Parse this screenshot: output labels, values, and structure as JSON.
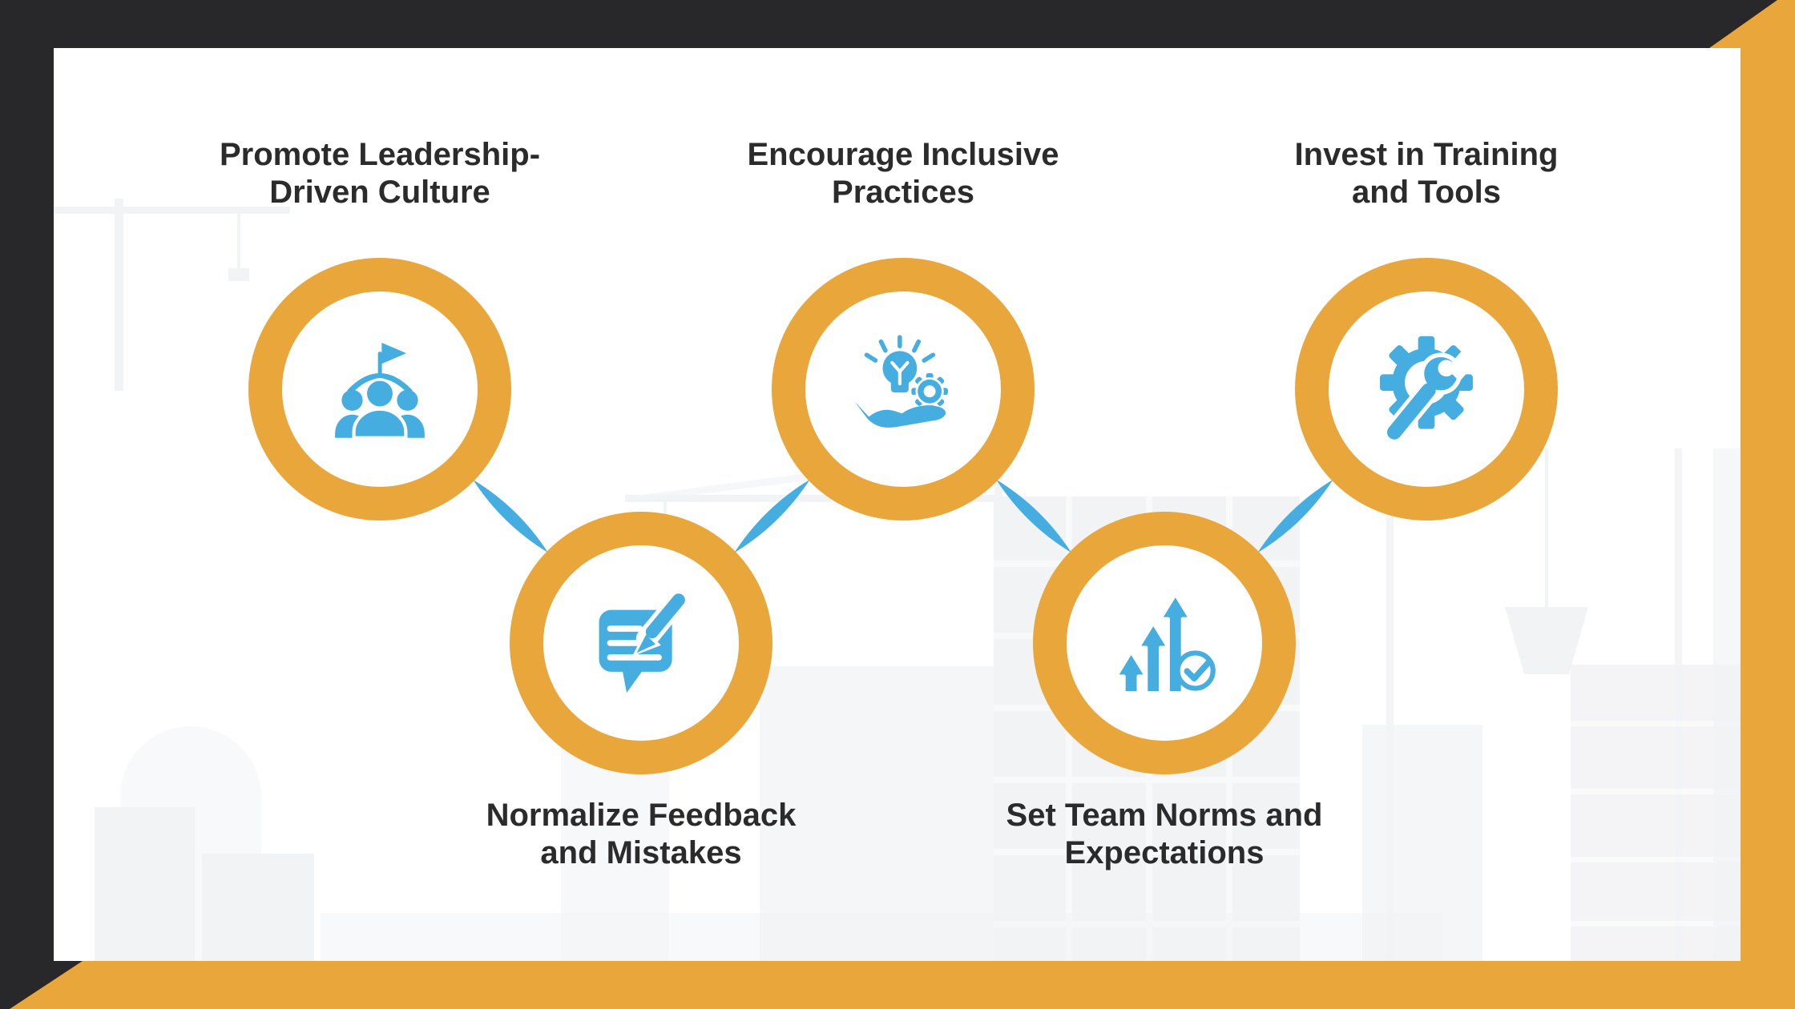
{
  "colors": {
    "yellow": "#E9A63B",
    "blue": "#45ADE0",
    "ink": "#2B2B2B",
    "frame_dark": "#28282A",
    "sheet": "#FFFFFF",
    "watermark": "#EFF1F4"
  },
  "nodes": [
    {
      "id": "promote-leadership-driven-culture",
      "line1": "Promote Leadership-",
      "line2": "Driven Culture",
      "icon": "leadership-icon"
    },
    {
      "id": "normalize-feedback-and-mistakes",
      "line1": "Normalize Feedback",
      "line2": "and Mistakes",
      "icon": "feedback-icon"
    },
    {
      "id": "encourage-inclusive-practices",
      "line1": "Encourage Inclusive",
      "line2": "Practices",
      "icon": "inclusive-idea-icon"
    },
    {
      "id": "set-team-norms-and-expectations",
      "line1": "Set Team Norms and",
      "line2": "Expectations",
      "icon": "growth-check-icon"
    },
    {
      "id": "invest-in-training-and-tools",
      "line1": "Invest in Training",
      "line2": "and Tools",
      "icon": "training-tools-icon"
    }
  ]
}
